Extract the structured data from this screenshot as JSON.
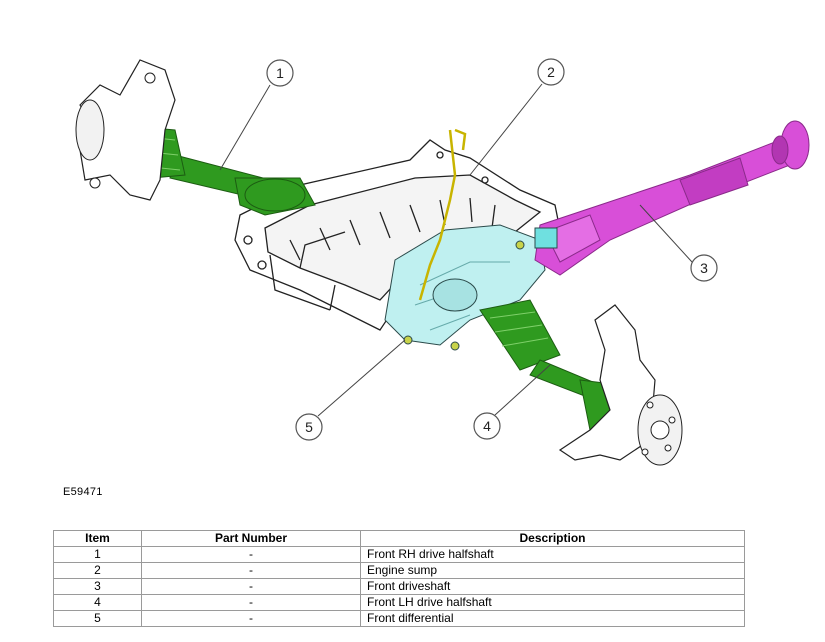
{
  "figure": {
    "id": "E59471",
    "callouts": [
      "1",
      "2",
      "3",
      "4",
      "5"
    ]
  },
  "table": {
    "headers": [
      "Item",
      "Part Number",
      "Description"
    ],
    "rows": [
      [
        "1",
        "-",
        "Front RH drive halfshaft"
      ],
      [
        "2",
        "-",
        "Engine sump"
      ],
      [
        "3",
        "-",
        "Front driveshaft"
      ],
      [
        "4",
        "-",
        "Front LH drive halfshaft"
      ],
      [
        "5",
        "-",
        "Front differential"
      ]
    ]
  },
  "colors": {
    "halfshaft": "#2f9a1f",
    "driveshaft": "#d84fd8",
    "differential": "#bff0f0",
    "sump": "#ffffff"
  }
}
